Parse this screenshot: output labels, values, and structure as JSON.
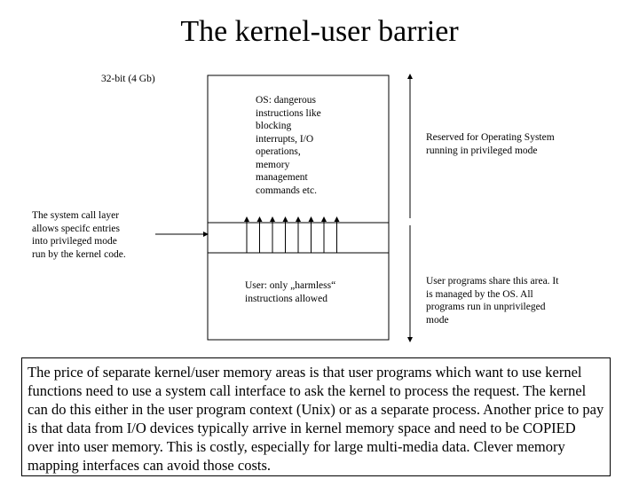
{
  "title": "The kernel-user barrier",
  "size_label": "32-bit (4 Gb)",
  "os_region_text": "OS: dangerous\ninstructions like\nblocking\ninterrupts, I/O\noperations,\nmemory\nmanagement\ncommands etc.",
  "user_region_text": "User: only „harmless“\ninstructions allowed",
  "reserved_text": "Reserved for Operating System\nrunning in privileged mode",
  "user_share_text": "User programs share this area. It\nis managed by the OS. All\nprograms run in unprivileged\nmode",
  "syscall_text": "The system call layer\nallows specifc entries\ninto privileged mode\nrun by the kernel code.",
  "paragraph": "The price of separate kernel/user memory areas is that user programs which want to use kernel functions need to use a system call interface to ask the kernel to process the request. The kernel can do this either in the user program context (Unix) or as a separate process. Another price to pay is that data from I/O devices typically arrive in kernel memory space and need to be COPIED over into user memory. This is costly, especially for large multi-media data. Clever memory mapping interfaces can avoid those costs.",
  "entry_arrow_count": 8
}
